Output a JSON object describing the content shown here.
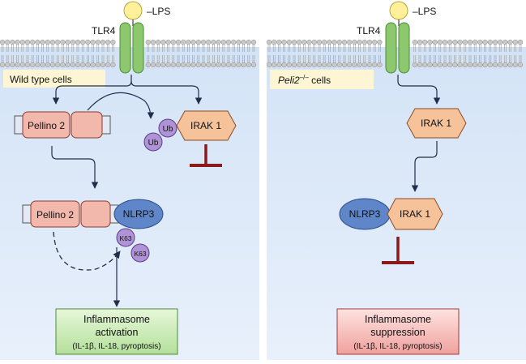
{
  "colors": {
    "panel_top": "#d3e3f6",
    "panel_bottom": "#e8f0fb",
    "membrane_head": "#c9c9c9",
    "lps": "#fff099",
    "tlr4": "#8ec86e",
    "label_box": "#fdf5d3",
    "pellino": "#f2b8ac",
    "irak": "#f6c29a",
    "ub": "#b093d6",
    "nlrp3": "#5f86c9",
    "arrow": "#1f2e4a",
    "inhibit": "#8b1a1a",
    "box_green": "#c8ebb4",
    "box_red": "#f4b1ae"
  },
  "left": {
    "lps_label": "–LPS",
    "tlr4_label": "TLR4",
    "cell_label": "Wild type cells",
    "pellino_label_1": "Pellino 2",
    "pellino_label_2": "Pellino 2",
    "irak_label": "IRAK 1",
    "ub_label_1": "Ub",
    "ub_label_2": "Ub",
    "nlrp3_label": "NLRP3",
    "k63_label_1": "K63",
    "k63_label_2": "K63",
    "box_line1": "Inflammasome",
    "box_line2": "activation",
    "box_line3": "(IL-1β, IL-18, pyroptosis)"
  },
  "right": {
    "lps_label": "–LPS",
    "tlr4_label": "TLR4",
    "cell_label_italic": "Peli2",
    "cell_label_sup": "–/–",
    "cell_label_rest": " cells",
    "irak_label_1": "IRAK 1",
    "irak_label_2": "IRAK 1",
    "nlrp3_label": "NLRP3",
    "box_line1": "Inflammasome",
    "box_line2": "suppression",
    "box_line3": "(IL-1β, IL-18, pyroptosis)"
  }
}
